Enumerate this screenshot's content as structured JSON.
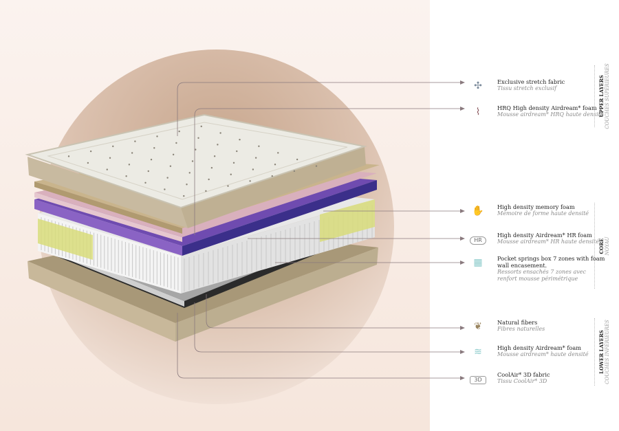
{
  "layers": [
    {
      "en": "Exclusive stretch fabric",
      "fr": "Tissu stretch exclusif",
      "icon": "stretch-arrows-icon"
    },
    {
      "en": "HRQ High density Airdream* foam",
      "fr": "Mousse airdream* HRQ haute densité",
      "icon": "reclined-body-icon"
    },
    {
      "en": "High density memory foam",
      "fr": "Mémoire de forme haute densité",
      "icon": "hand-print-icon"
    },
    {
      "en": "High density Airdream* HR foam",
      "fr": "Mousse airdream* HR haute densité",
      "icon": "hr-badge-icon",
      "badge": "HR"
    },
    {
      "en": "Pocket springs box 7 zones with foam wall encasement.",
      "fr": "Ressorts ensachés 7 zones avec renfort mousse périmétrique",
      "icon": "spring-box-icon"
    },
    {
      "en": "Natural fibers",
      "fr": "Fibres naturelles",
      "icon": "leaf-icon"
    },
    {
      "en": "High density Airdream* foam",
      "fr": "Mousse airdream* haute densité",
      "icon": "foam-body-icon"
    },
    {
      "en": "CoolAir* 3D fabric",
      "fr": "Tissu CoolAir* 3D",
      "icon": "3d-badge-icon",
      "badge": "3D"
    }
  ],
  "sections": [
    {
      "en": "UPPER LAYERS",
      "fr": "COUCHES SUPÉRIEURES"
    },
    {
      "en": "CORE",
      "fr": "NOYAU"
    },
    {
      "en": "LOWER LAYERS",
      "fr": "COUCHES INFÉRIEURES"
    }
  ],
  "colors": {
    "circle": "#c9a991",
    "purple": "#8a63c4",
    "pink": "#d9b0bd",
    "tan": "#c9b48c",
    "lime": "#d8dc7a",
    "line": "#8a7a7e"
  }
}
